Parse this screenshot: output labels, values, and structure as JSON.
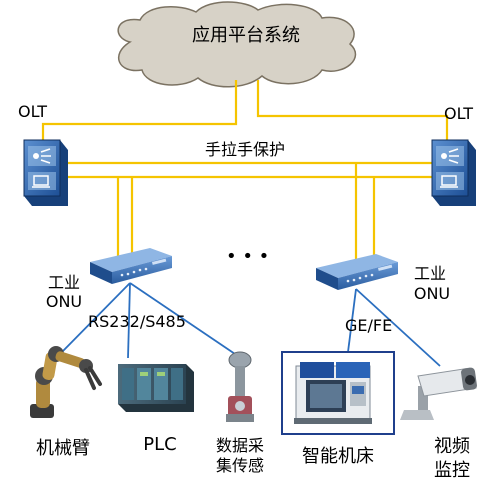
{
  "cloud": {
    "label": "应用平台系统"
  },
  "olt": {
    "left_label": "OLT",
    "right_label": "OLT"
  },
  "backbone": {
    "label": "手拉手保护"
  },
  "ellipsis": "• • •",
  "onu_left": {
    "label_line1": "工业",
    "label_line2": "ONU",
    "interface": "RS232/S485"
  },
  "onu_right": {
    "label_line1": "工业",
    "label_line2": "ONU",
    "interface": "GE/FE"
  },
  "devices": [
    {
      "id": "robot-arm",
      "line1": "机械臂",
      "line2": ""
    },
    {
      "id": "plc",
      "line1": "PLC",
      "line2": ""
    },
    {
      "id": "sensor",
      "line1": "数据采",
      "line2": "集传感"
    },
    {
      "id": "cnc",
      "line1": "智能机床",
      "line2": ""
    },
    {
      "id": "camera",
      "line1": "视频",
      "line2": "监控"
    }
  ],
  "colors": {
    "fiber": "#f5c400",
    "link": "#2b6fc0",
    "device": "#1f5aa0"
  }
}
